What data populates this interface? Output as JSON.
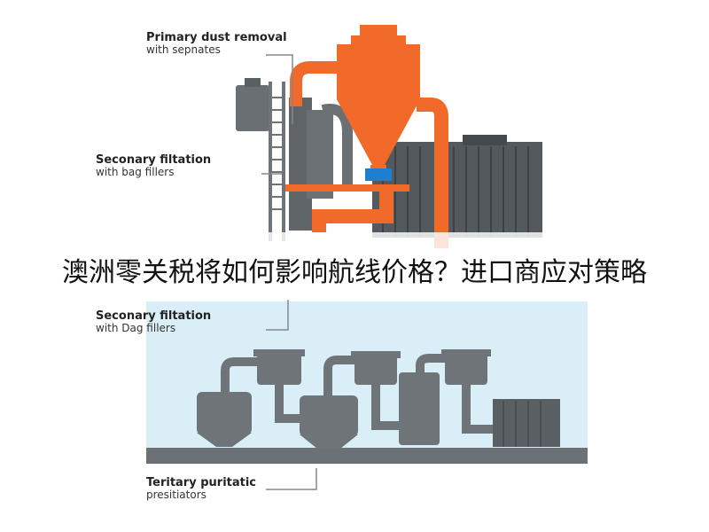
{
  "labels": {
    "primary": {
      "main": "Primary dust removal",
      "sub": "with sepnates"
    },
    "secondary_top": {
      "main": "Seconary filtation",
      "sub": "with bag fillers"
    },
    "secondary_bottom": {
      "main": "Seconary filtation",
      "sub": "with Dag fillers"
    },
    "tertiary": {
      "main": "Teritary puritatic",
      "sub": "presitiators"
    }
  },
  "headline": "澳洲零关税将如何影响航线价格？进口商应对策略",
  "colors": {
    "cyclone": "#f26a2a",
    "equipment": "#6f7479",
    "building": "#54595e",
    "panel": "#d9eef6",
    "bin": "#1e7fd0"
  }
}
